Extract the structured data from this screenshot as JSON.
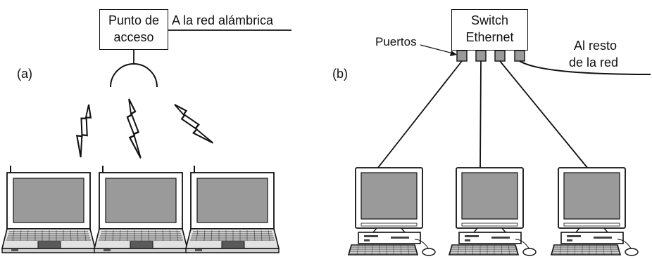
{
  "panel_a": {
    "label": "(a)",
    "access_point": {
      "line1": "Punto de",
      "line2": "acceso"
    },
    "wired_label": "A la red alámbrica",
    "laptops": [
      "laptop",
      "laptop",
      "laptop"
    ]
  },
  "panel_b": {
    "label": "(b)",
    "switch": {
      "line1": "Switch",
      "line2": "Ethernet"
    },
    "ports_label": "Puertos",
    "rest_label": {
      "line1": "Al resto",
      "line2": "de la red"
    },
    "computers": [
      "computer",
      "computer",
      "computer"
    ]
  },
  "colors": {
    "line": "#111111",
    "screen": "#9a9a9a",
    "body": "#d9d9d9"
  }
}
